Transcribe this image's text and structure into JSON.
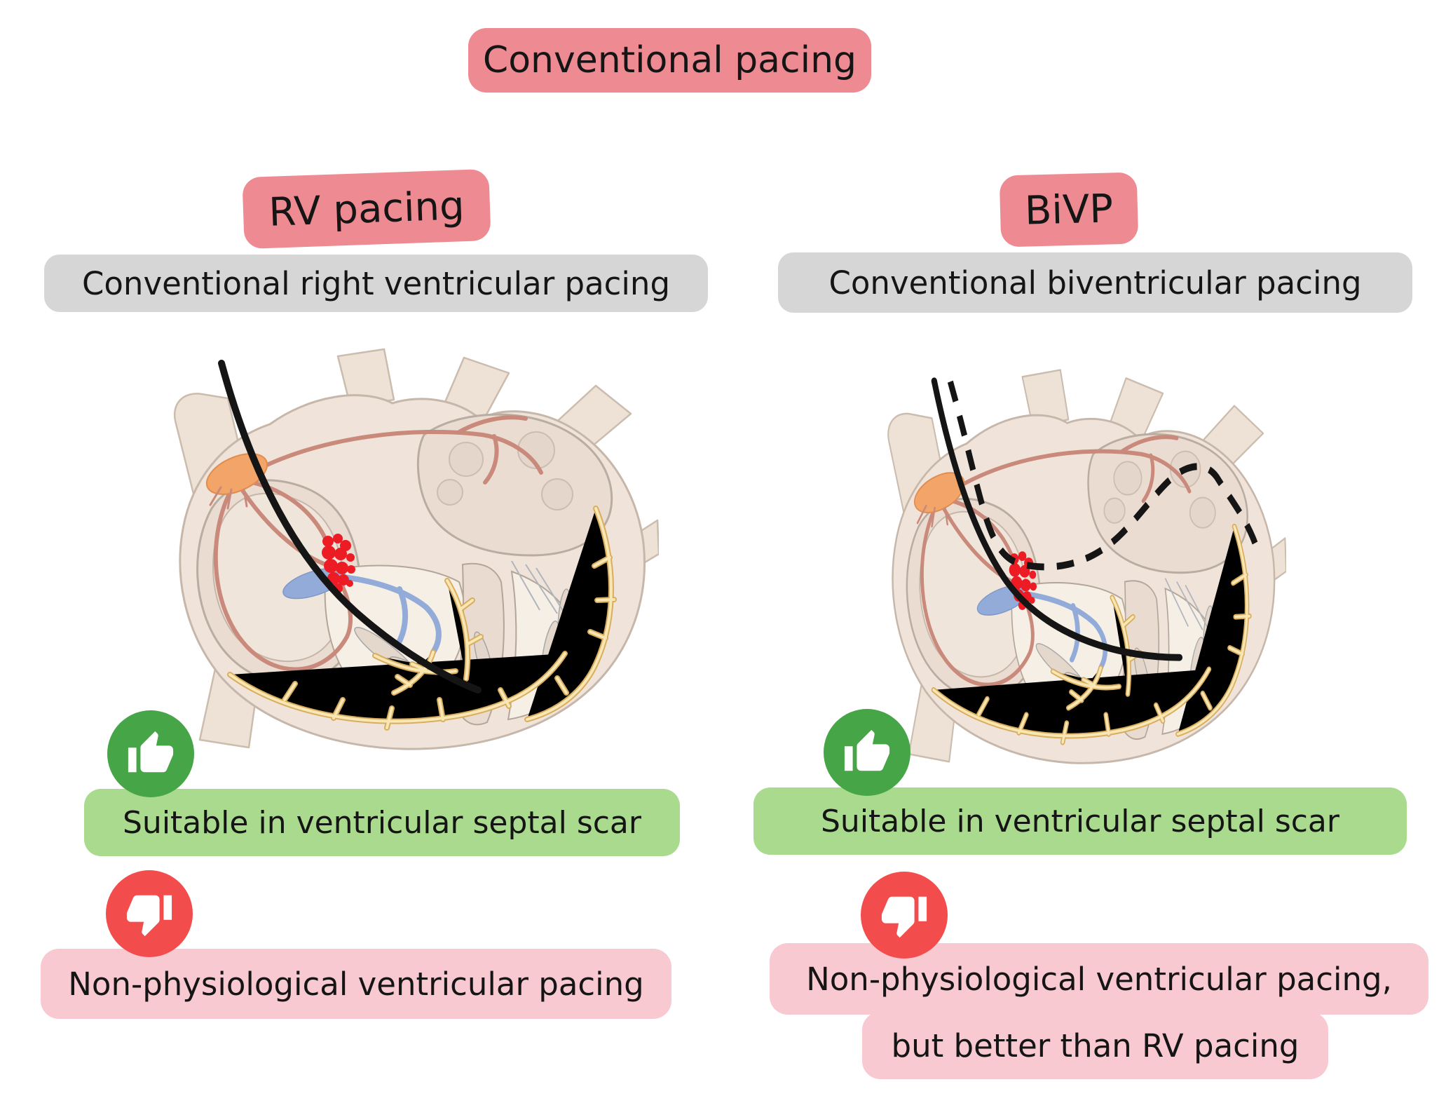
{
  "title": "Conventional pacing",
  "columns": [
    {
      "id": "rv-pacing",
      "header": "RV pacing",
      "subtitle": "Conventional right ventricular pacing",
      "pro": "Suitable in ventricular septal scar",
      "con_line1": "Non-physiological ventricular pacing",
      "con_line2": "",
      "leads": [
        "solid-rv-lead"
      ]
    },
    {
      "id": "bivp",
      "header": "BiVP",
      "subtitle": "Conventional biventricular pacing",
      "pro": "Suitable in ventricular septal scar",
      "con_line1": "Non-physiological ventricular pacing,",
      "con_line2": "but better than RV pacing",
      "leads": [
        "solid-rv-lead",
        "dashed-lv-epicardial-lead"
      ]
    }
  ],
  "icons": {
    "pro": "thumbs-up-icon",
    "con": "thumbs-down-icon"
  },
  "colors": {
    "header_pink": "#ee8b92",
    "subtitle_gray": "#d6d6d6",
    "pro_badge_green": "#a9da8e",
    "pro_circle_green": "#46a546",
    "con_circle_red": "#f34c4c",
    "con_badge_pink": "#f9c9d2",
    "lead_black": "#151515",
    "heart_wall": "#f0e4da",
    "sa_node_orange": "#f3a569",
    "conduction_salmon": "#c9897b",
    "his_bundle_blue": "#92abd8",
    "purkinje_yellow": "#d9ad60",
    "av_block_red": "#ed1c24"
  }
}
